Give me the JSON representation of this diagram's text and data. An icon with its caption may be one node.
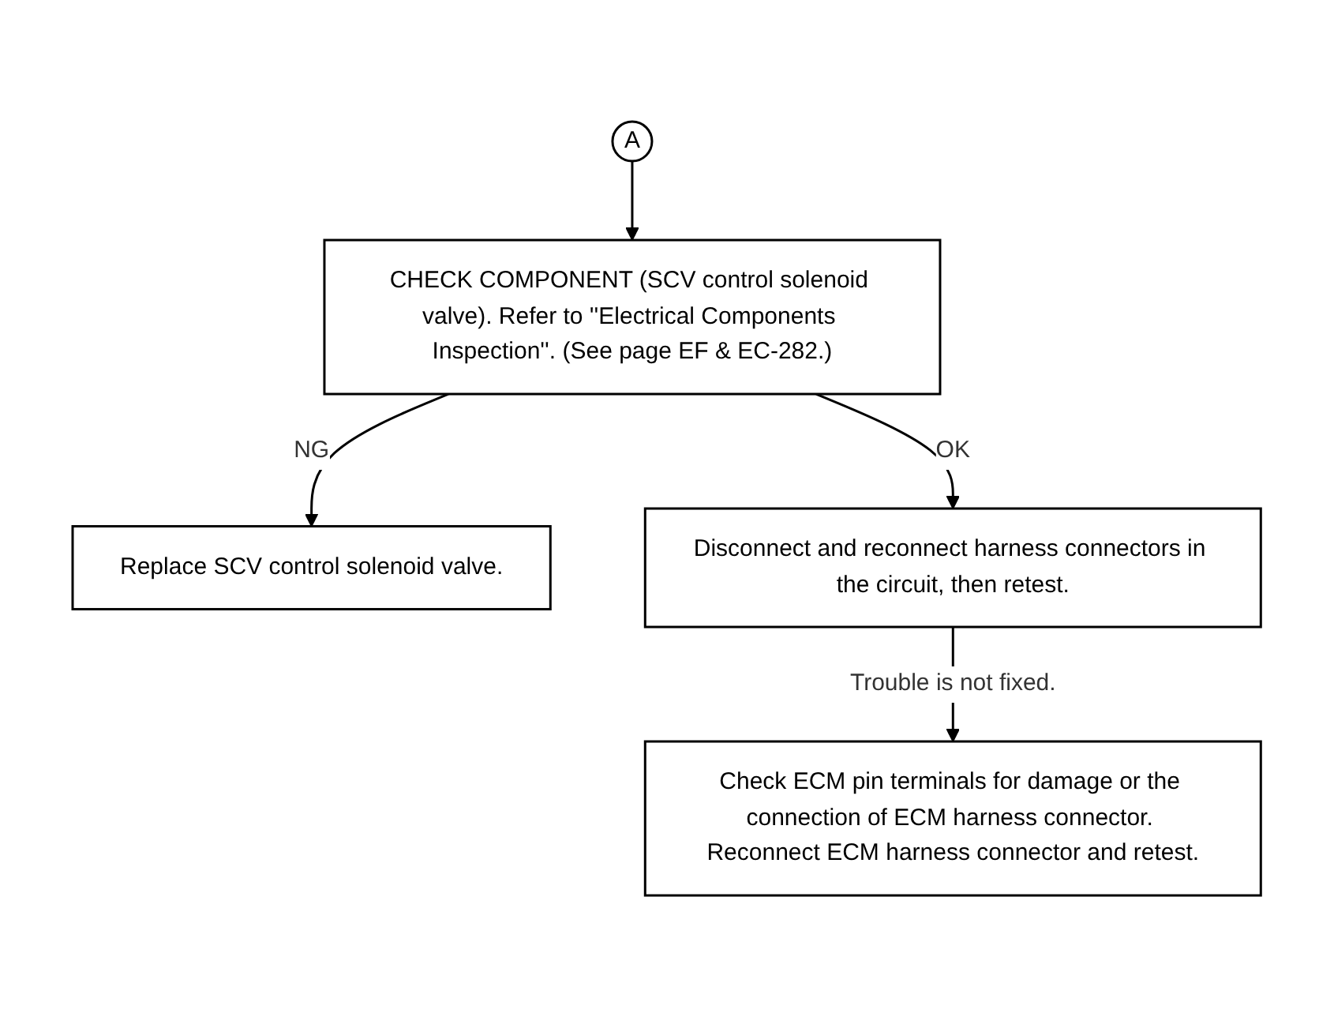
{
  "diagram": {
    "nodes": [
      {
        "text": [
          "A"
        ]
      },
      {
        "text": [
          "CHECK COMPONENT (SCV control solenoid valve). Refer to ''Electrical Components Inspection''. (See page EF & EC-282.)"
        ]
      },
      {
        "text": [
          "Replace SCV control solenoid valve."
        ]
      },
      {
        "text": [
          "Disconnect and reconnect harness connectors in the circuit, then retest."
        ]
      },
      {
        "text": [
          "Check ECM pin terminals for damage or the connection of ECM harness connector. Reconnect ECM harness connector and retest."
        ]
      }
    ],
    "edges": [
      {
        "from": 0,
        "to": 1,
        "arrow": "to"
      },
      {
        "from": 1,
        "to": 2,
        "arrow": "to",
        "label": "NG"
      },
      {
        "from": 1,
        "to": 3,
        "arrow": "to",
        "label": "OK"
      },
      {
        "from": 3,
        "to": 4,
        "arrow": "to",
        "label": "Trouble is not fixed."
      }
    ]
  }
}
